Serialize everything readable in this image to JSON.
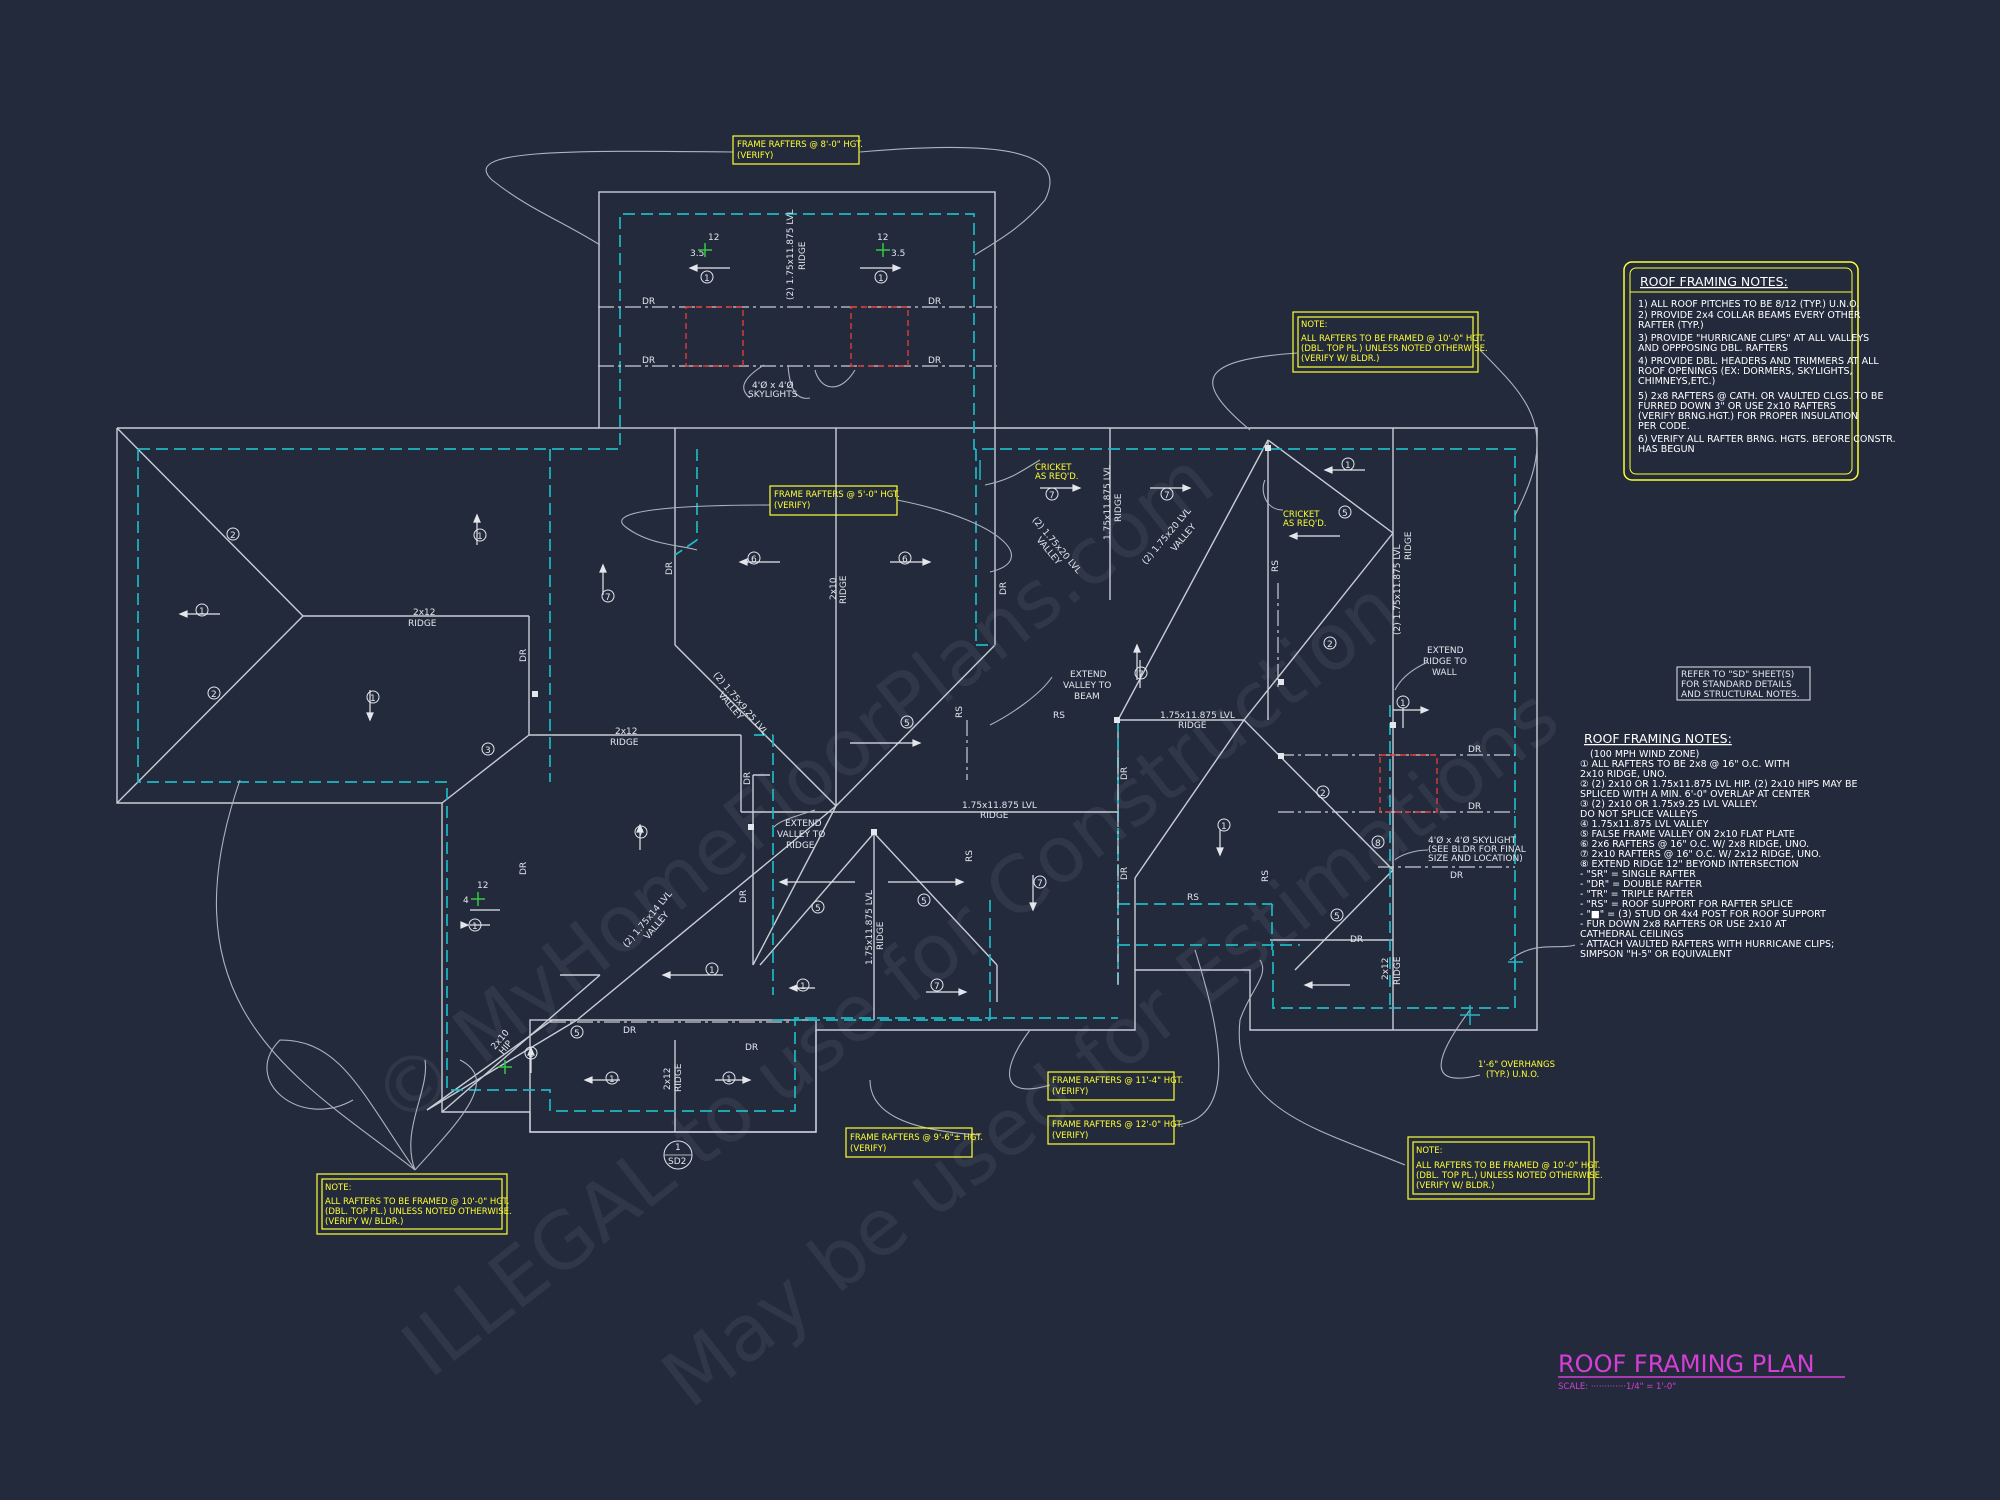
{
  "watermark": {
    "line1": "© MyHomeFloorPlans.com",
    "line2": "ILLEGAL to use for Construction",
    "line3": "May be used for Estimations"
  },
  "title_block": {
    "title": "ROOF FRAMING PLAN",
    "scale": "SCALE: ·············1/4\" = 1'-0\""
  },
  "yellow_notes": [
    {
      "lines": [
        "FRAME RAFTERS @ 8'-0\" HGT.",
        "(VERIFY)"
      ]
    },
    {
      "lines": [
        "FRAME RAFTERS @ 5'-0\" HGT.",
        "(VERIFY)"
      ]
    },
    {
      "lines": [
        "NOTE:",
        "ALL RAFTERS TO BE FRAMED @ 10'-0\" HGT.",
        "(DBL. TOP PL.) UNLESS NOTED OTHERWISE.",
        "(VERIFY W/ BLDR.)"
      ]
    },
    {
      "lines": [
        "NOTE:",
        "ALL RAFTERS TO BE FRAMED @ 10'-0\" HGT.",
        "(DBL. TOP PL.) UNLESS NOTED OTHERWISE.",
        "(VERIFY W/ BLDR.)"
      ]
    },
    {
      "lines": [
        "NOTE:",
        "ALL RAFTERS TO BE FRAMED @ 10'-0\" HGT.",
        "(DBL. TOP PL.) UNLESS NOTED OTHERWISE.",
        "(VERIFY W/ BLDR.)"
      ]
    },
    {
      "lines": [
        "FRAME RAFTERS @ 11'-4\" HGT.",
        "(VERIFY)"
      ]
    },
    {
      "lines": [
        "FRAME RAFTERS @ 12'-0\" HGT.",
        "(VERIFY)"
      ]
    },
    {
      "lines": [
        "FRAME RAFTERS @ 9'-6\"± HGT.",
        "(VERIFY)"
      ]
    }
  ],
  "callouts": {
    "cricket1": [
      "CRICKET",
      "AS REQ'D."
    ],
    "cricket2": [
      "CRICKET",
      "AS REQ'D."
    ],
    "skylights_top": [
      "4'Ø x 4'Ø",
      "SKYLIGHTS"
    ],
    "skylight_right": [
      "4'Ø x 4'Ø SKYLIGHT",
      "(SEE BLDR FOR FINAL",
      "SIZE AND LOCATION)"
    ],
    "extend_valley_beam": [
      "EXTEND",
      "VALLEY TO",
      "BEAM"
    ],
    "extend_valley_ridge": [
      "EXTEND",
      "VALLEY TO",
      "RIDGE"
    ],
    "extend_ridge_wall": [
      "EXTEND",
      "RIDGE TO",
      "WALL"
    ],
    "overhangs": [
      "1'-6\" OVERHANGS",
      "(TYP.) U.N.O."
    ],
    "refer_sd": [
      "REFER TO \"SD\" SHEET(S)",
      "FOR STANDARD DETAILS",
      "AND STRUCTURAL NOTES."
    ],
    "sd2_tag": "SD2",
    "sd2_num": "1"
  },
  "plan_labels": {
    "ridge_2x12_left": [
      "2x12",
      "RIDGE"
    ],
    "ridge_2x12_mid": [
      "2x12",
      "RIDGE"
    ],
    "lvl_ridge_top": [
      "(2) 1.75x11.875 LVL",
      "RIDGE"
    ],
    "lvl_ridge_center": [
      "1.75x11.875 LVL",
      "RIDGE"
    ],
    "lvl_ridge_right": [
      "1.75x11.875 LVL",
      "RIDGE"
    ],
    "ridge_2x10": [
      "2x10",
      "RIDGE"
    ],
    "valley_a": [
      "(2) 1.75x9.25 LVL",
      "VALLEY"
    ],
    "valley_b": [
      "(2) 1.75x14 LVL",
      "VALLEY"
    ],
    "valley_c": [
      "(2) 1.75x20 LVL",
      "VALLEY"
    ],
    "valley_d": [
      "(2) 1.75x20 LVL",
      "VALLEY"
    ],
    "ridge_vert_a": [
      "1.75x11.875 LVL",
      "RIDGE"
    ],
    "ridge_vert_b": [
      "(2) 1.75x11.875 LVL",
      "RIDGE"
    ],
    "ridge_small": [
      "1.75x11.875 LVL",
      "RIDGE"
    ],
    "ridge_2x12_bottom": [
      "2x12",
      "RIDGE"
    ],
    "ridge_2x12_right": [
      "2x12",
      "RIDGE"
    ],
    "hip_2x10": [
      "2x10",
      "HIP"
    ],
    "dr": "DR",
    "rs": "RS",
    "pitch_12": "12",
    "pitch_35": "3.5",
    "pitch_4": "4"
  },
  "framing_notes_boxed": {
    "title": "ROOF FRAMING NOTES:",
    "lines": [
      "1) ALL ROOF PITCHES TO BE 8/12 (TYP.) U.N.O.",
      "2) PROVIDE 2x4 COLLAR BEAMS EVERY OTHER",
      "    RAFTER (TYP.)",
      "3) PROVIDE \"HURRICANE CLIPS\" AT ALL VALLEYS",
      "    AND OPPPOSING DBL. RAFTERS",
      "4) PROVIDE DBL. HEADERS AND TRIMMERS AT ALL",
      "    ROOF OPENINGS (EX: DORMERS, SKYLIGHTS,",
      "    CHIMNEYS,ETC.)",
      "5) 2x8 RAFTERS @ CATH. OR VAULTED CLGS. TO BE",
      "    FURRED DOWN 3\" OR USE 2x10 RAFTERS",
      "    (VERIFY BRNG.HGT.) FOR PROPER INSULATION",
      "    PER CODE.",
      "6) VERIFY ALL RAFTER BRNG. HGTS. BEFORE CONSTR.",
      "    HAS BEGUN"
    ]
  },
  "framing_notes": {
    "title": "ROOF FRAMING NOTES:",
    "lines": [
      "(100 MPH WIND ZONE)",
      "①  ALL RAFTERS TO BE 2x8 @ 16\" O.C. WITH",
      "     2x10 RIDGE, UNO.",
      "②  (2) 2x10 OR 1.75x11.875 LVL HIP. (2) 2x10 HIPS MAY BE",
      "     SPLICED WITH A MIN. 6'-0\" OVERLAP AT CENTER",
      "③  (2) 2x10 OR 1.75x9.25 LVL VALLEY.",
      "     DO NOT SPLICE VALLEYS",
      "④  1.75x11.875 LVL VALLEY",
      "⑤  FALSE FRAME VALLEY ON 2x10 FLAT PLATE",
      "⑥  2x6 RAFTERS @ 16\" O.C. W/ 2x8 RIDGE, UNO.",
      "⑦  2x10 RAFTERS @ 16\" O.C. W/ 2x12 RIDGE, UNO.",
      "⑧  EXTEND RIDGE 12\" BEYOND INTERSECTION",
      " -  \"SR\" = SINGLE RAFTER",
      " -  \"DR\" = DOUBLE RAFTER",
      " -  \"TR\" = TRIPLE RAFTER",
      " -  \"RS\" = ROOF SUPPORT FOR RAFTER SPLICE",
      " -  \"■\" = (3) STUD OR 4x4 POST FOR ROOF SUPPORT",
      " -  FUR DOWN 2x8 RAFTERS OR USE 2x10 AT",
      "     CATHEDRAL CEILINGS",
      " -  ATTACH VAULTED RAFTERS WITH HURRICANE CLIPS;",
      "     SIMPSON \"H-5\" OR EQUIVALENT"
    ]
  },
  "colors": {
    "background": "#232a3b",
    "plan_lines": "#c9cdd6",
    "wall_dash": "#1fb8c4",
    "note_yellow": "#ffff33",
    "title_magenta": "#d63fd6"
  }
}
